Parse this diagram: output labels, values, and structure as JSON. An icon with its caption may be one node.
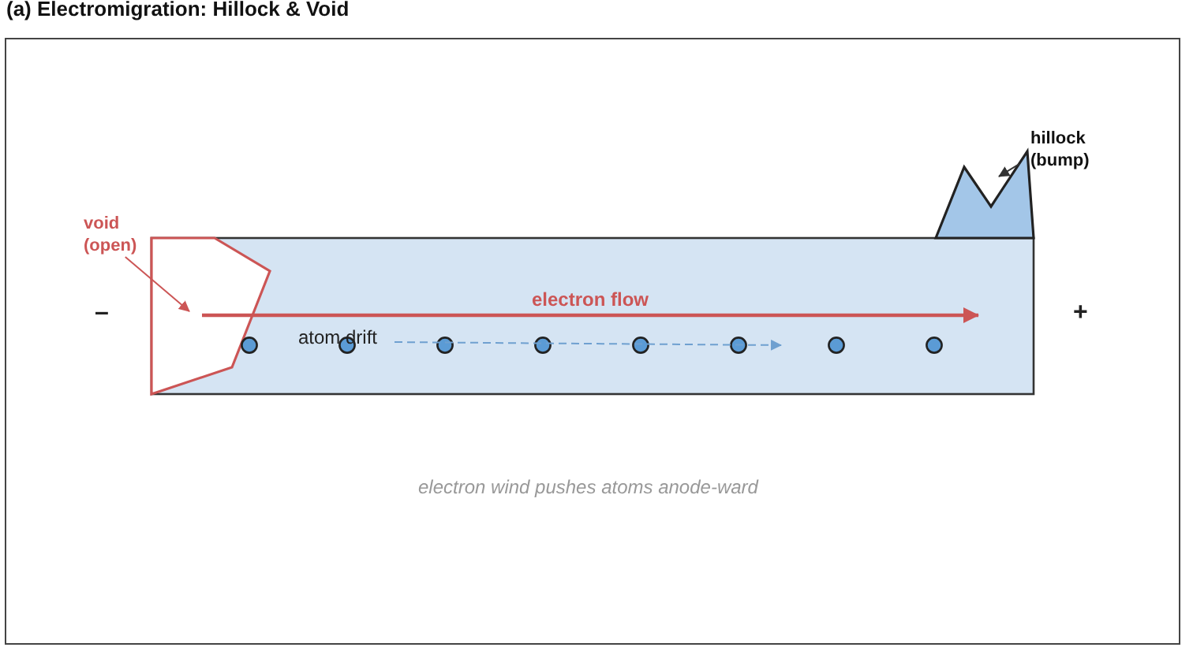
{
  "diagram": {
    "title": "(a) Electromigration: Hillock & Void",
    "nodes": [
      {
        "text": [
          "void (open)"
        ]
      },
      {
        "text": [],
        "shape": "box"
      },
      {
        "text": [
          "hillock (bump)"
        ]
      },
      {
        "text": [],
        "shape": "box"
      }
    ],
    "edges": [
      {
        "from": 0,
        "to": 1,
        "arrow": "to",
        "color": "#cc5555"
      },
      {
        "from": 2,
        "to": 3,
        "arrow": "to",
        "color": "#333333"
      }
    ],
    "labels": [
      "–",
      "+",
      "electron flow",
      "atom drift",
      "electron wind pushes atoms anode-ward"
    ]
  }
}
